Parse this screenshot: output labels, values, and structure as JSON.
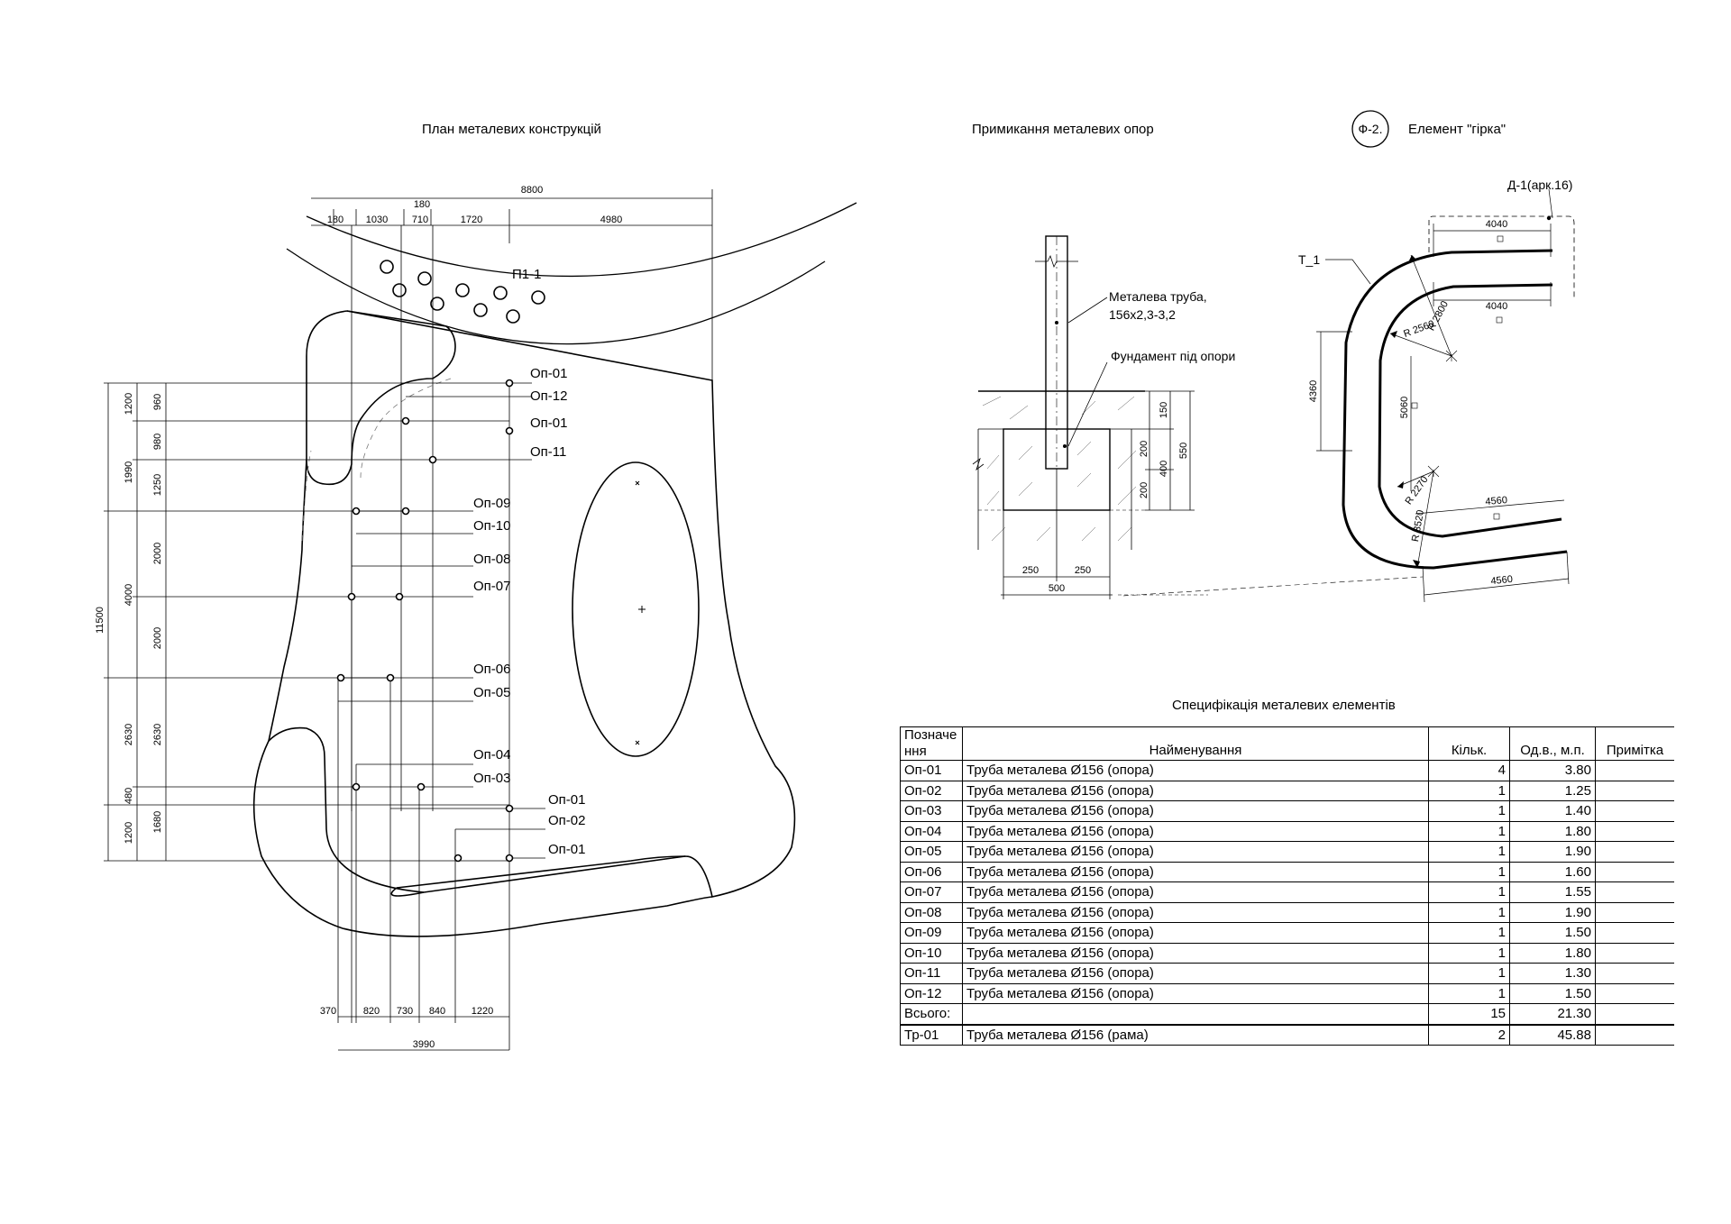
{
  "titles": {
    "plan": "План металевих конструкцій",
    "junction": "Примикання металевих опор",
    "element_mark": "Ф-2.",
    "element": "Елемент \"гірка\""
  },
  "plan": {
    "top_dims": {
      "total": "8800",
      "d180a": "180",
      "d1030": "1030",
      "d180b": "180",
      "d710": "710",
      "d1720": "1720",
      "d4980": "4980"
    },
    "left_dims": {
      "d1200a": "1200",
      "d960": "960",
      "d1990": "1990",
      "d980": "980",
      "d1250": "1250",
      "d4000": "4000",
      "d2000a": "2000",
      "d2000b": "2000",
      "d11500": "11500",
      "d2630a": "2630",
      "d2630b": "2630",
      "d480": "480",
      "d1200b": "1200",
      "d1680": "1680"
    },
    "bottom_dims": {
      "d370": "370",
      "d820": "820",
      "d730": "730",
      "d840": "840",
      "d1220": "1220",
      "d3990": "3990"
    },
    "bench_label": "П1-1",
    "supports": [
      "Оп-01",
      "Оп-12",
      "Оп-01",
      "Оп-11",
      "Оп-09",
      "Оп-10",
      "Оп-08",
      "Оп-07",
      "Оп-06",
      "Оп-05",
      "Оп-04",
      "Оп-03",
      "Оп-01",
      "Оп-02",
      "Оп-01"
    ]
  },
  "junction": {
    "pipe_label_1": "Металева труба,",
    "pipe_label_2": "156x2,3-3,2",
    "foundation_label": "Фундамент під опори",
    "dims": {
      "d150": "150",
      "d200a": "200",
      "d200b": "200",
      "d400": "400",
      "d550": "550",
      "d250a": "250",
      "d250b": "250",
      "d500": "500"
    }
  },
  "slide": {
    "d_label": "Д-1(арк.16)",
    "t_label": "Т_1",
    "dims": {
      "d4040a": "4040",
      "d4040b": "4040",
      "r2800": "R 2800",
      "r2560": "R 2560",
      "d4360": "4360",
      "d5060": "5060",
      "r2270": "R 2270",
      "r3520": "R 3520",
      "d4560a": "4560",
      "d4560b": "4560"
    }
  },
  "spec": {
    "title": "Специфікація металевих елементів",
    "headers": {
      "code_1": "Позначе",
      "code_2": "ння",
      "name": "Найменування",
      "qty": "Кільк.",
      "len": "Од.в., м.п.",
      "note": "Примітка"
    },
    "rows": [
      {
        "code": "Оп-01",
        "name": "Труба металева Ø156 (опора)",
        "qty": "4",
        "len": "3.80",
        "note": ""
      },
      {
        "code": "Оп-02",
        "name": "Труба металева Ø156 (опора)",
        "qty": "1",
        "len": "1.25",
        "note": ""
      },
      {
        "code": "Оп-03",
        "name": "Труба металева Ø156 (опора)",
        "qty": "1",
        "len": "1.40",
        "note": ""
      },
      {
        "code": "Оп-04",
        "name": "Труба металева Ø156 (опора)",
        "qty": "1",
        "len": "1.80",
        "note": ""
      },
      {
        "code": "Оп-05",
        "name": "Труба металева Ø156 (опора)",
        "qty": "1",
        "len": "1.90",
        "note": ""
      },
      {
        "code": "Оп-06",
        "name": "Труба металева Ø156 (опора)",
        "qty": "1",
        "len": "1.60",
        "note": ""
      },
      {
        "code": "Оп-07",
        "name": "Труба металева Ø156 (опора)",
        "qty": "1",
        "len": "1.55",
        "note": ""
      },
      {
        "code": "Оп-08",
        "name": "Труба металева Ø156 (опора)",
        "qty": "1",
        "len": "1.90",
        "note": ""
      },
      {
        "code": "Оп-09",
        "name": "Труба металева Ø156 (опора)",
        "qty": "1",
        "len": "1.50",
        "note": ""
      },
      {
        "code": "Оп-10",
        "name": "Труба металева Ø156 (опора)",
        "qty": "1",
        "len": "1.80",
        "note": ""
      },
      {
        "code": "Оп-11",
        "name": "Труба металева Ø156 (опора)",
        "qty": "1",
        "len": "1.30",
        "note": ""
      },
      {
        "code": "Оп-12",
        "name": "Труба металева Ø156 (опора)",
        "qty": "1",
        "len": "1.50",
        "note": ""
      }
    ],
    "total": {
      "code": "Всього:",
      "name": "",
      "qty": "15",
      "len": "21.30",
      "note": ""
    },
    "frame": {
      "code": "Тр-01",
      "name": "Труба металева Ø156 (рама)",
      "qty": "2",
      "len": "45.88",
      "note": ""
    }
  }
}
